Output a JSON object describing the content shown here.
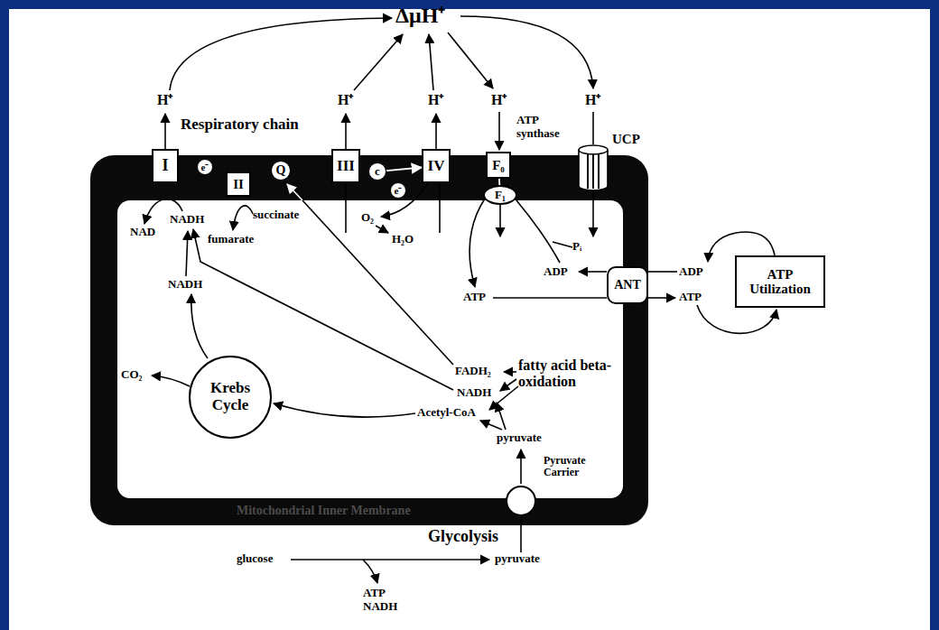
{
  "diagram": {
    "nodes": [
      {
        "text": [
          "I"
        ]
      },
      {
        "text": [
          "e⁻"
        ]
      },
      {
        "text": [
          "II"
        ]
      },
      {
        "text": [
          "Q"
        ]
      },
      {
        "text": [
          "III"
        ]
      },
      {
        "text": [
          "c"
        ]
      },
      {
        "text": [
          "e⁻"
        ]
      },
      {
        "text": [
          "IV"
        ]
      },
      {
        "text": [
          "F₀"
        ]
      },
      {
        "text": [
          "F₁"
        ]
      },
      {
        "text": [
          "UCP"
        ]
      },
      {
        "text": [
          "ANT"
        ]
      },
      {
        "text": [
          "ATP Utilization"
        ]
      },
      {
        "text": [
          "Krebs Cycle"
        ]
      },
      {
        "text": [
          "Pyruvate Carrier"
        ]
      }
    ],
    "edges": [
      {
        "from": 5,
        "to": 7,
        "arrow": "to"
      },
      {
        "from": 8,
        "to": 9,
        "arrow": "none"
      }
    ],
    "labels": [
      "ΔμH⁺",
      "H⁺",
      "H⁺",
      "H⁺",
      "H⁺",
      "H⁺",
      "Respiratory chain",
      "ATP synthase",
      "NAD",
      "NADH",
      "fumarate",
      "succinate",
      "O₂",
      "H₂O",
      "Pᵢ",
      "ADP",
      "ATP",
      "NADH",
      "FADH₂",
      "NADH",
      "fatty acid beta-oxidation",
      "Acetyl-CoA",
      "CO₂",
      "pyruvate",
      "ADP",
      "ATP",
      "Glycolysis",
      "glucose",
      "pyruvate",
      "ATP NADH",
      "Mitochondrial Inner Membrane"
    ]
  }
}
